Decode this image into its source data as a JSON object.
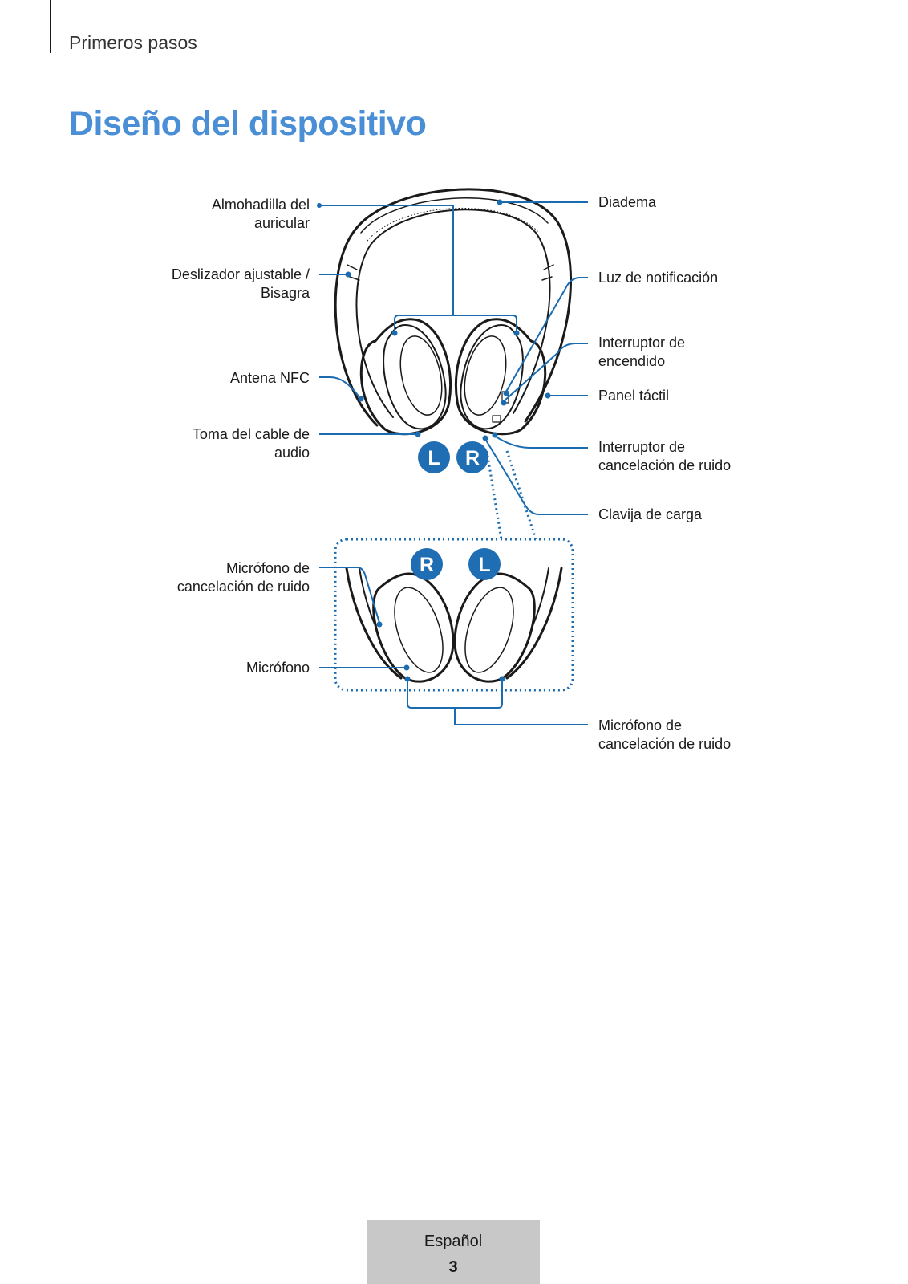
{
  "header": {
    "section": "Primeros pasos",
    "title": "Diseño del dispositivo"
  },
  "side_markers": {
    "top": [
      "L",
      "R"
    ],
    "bottom": [
      "R",
      "L"
    ]
  },
  "labels": {
    "cushion": [
      "Almohadilla del",
      "auricular"
    ],
    "slider": [
      "Deslizador ajustable /",
      "Bisagra"
    ],
    "nfc": [
      "Antena NFC"
    ],
    "audio_jack": [
      "Toma del cable de",
      "audio"
    ],
    "nc_mic_left": [
      "Micrófono de",
      "cancelación de ruido"
    ],
    "mic": [
      "Micrófono"
    ],
    "headband": [
      "Diadema"
    ],
    "notification_light": [
      "Luz de notificación"
    ],
    "power_switch": [
      "Interruptor de",
      "encendido"
    ],
    "touch_panel": [
      "Panel táctil"
    ],
    "nc_switch": [
      "Interruptor de",
      "cancelación de ruido"
    ],
    "charging_port": [
      "Clavija de carga"
    ],
    "nc_mic_bottom": [
      "Micrófono de",
      "cancelación de ruido"
    ]
  },
  "colors": {
    "accent": "#4a8fd6",
    "callout": "#1a6bb0",
    "badge": "#1f6db3",
    "footer_bg": "#c8c8c8"
  },
  "footer": {
    "language": "Español",
    "page": "3"
  }
}
